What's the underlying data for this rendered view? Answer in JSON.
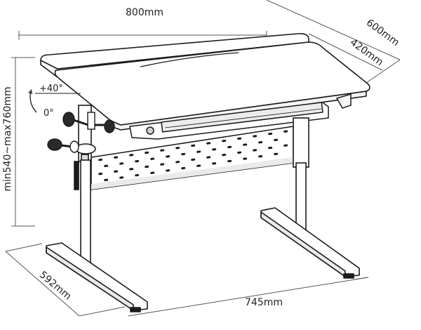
{
  "dimensions": {
    "top_width": "800mm",
    "top_depth_total": "600mm",
    "top_depth_main": "420mm",
    "height_range": "min540~max760mm",
    "base_depth": "592mm",
    "base_width": "745mm"
  },
  "tilt": {
    "max_angle": "+40°",
    "min_angle": "0°"
  },
  "colors": {
    "line": "#1a1a1a",
    "dim_line": "#555555",
    "shade": "#f4f4f4"
  }
}
